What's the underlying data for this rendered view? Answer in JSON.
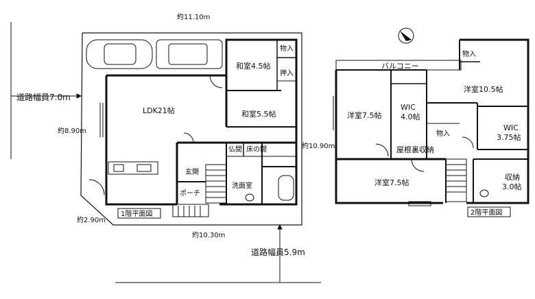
{
  "dimensions": {
    "top_width": "約11.10m",
    "left_depth": "約8.90m",
    "right_depth": "約10.90m",
    "bottom_width": "約10.30m",
    "corner_cut": "約2.90m"
  },
  "roads": {
    "west": "道路幅員7.0m",
    "south": "道路幅員5.9m"
  },
  "floor1": {
    "caption": "1階平面図",
    "rooms": {
      "ldk": "LDK21帖",
      "washitsu_45": "和室4.5帖",
      "washitsu_55": "和室5.5帖",
      "butsuma": "仏間",
      "tokonoma": "床の間",
      "genkan": "玄関",
      "porch": "ポーチ",
      "senmen": "洗面室",
      "monoire": "物入",
      "oshiire": "押入"
    }
  },
  "floor2": {
    "caption": "2階平面図",
    "rooms": {
      "balcony": "バルコニー",
      "yoshitsu_105": "洋室10.5帖",
      "yoshitsu_75a": "洋室7.5帖",
      "wic_40_a": "WIC",
      "wic_40_b": "4.0帖",
      "wic_375_a": "WIC",
      "wic_375_b": "3.75帖",
      "yaneura": "屋根裏収納",
      "yoshitsu_75b": "洋室7.5帖",
      "shuno_a": "収納",
      "shuno_b": "3.0帖",
      "monoire_top": "物入",
      "monoire_mid": "物入"
    }
  },
  "colors": {
    "line": "#111111",
    "road_line": "#333333"
  }
}
